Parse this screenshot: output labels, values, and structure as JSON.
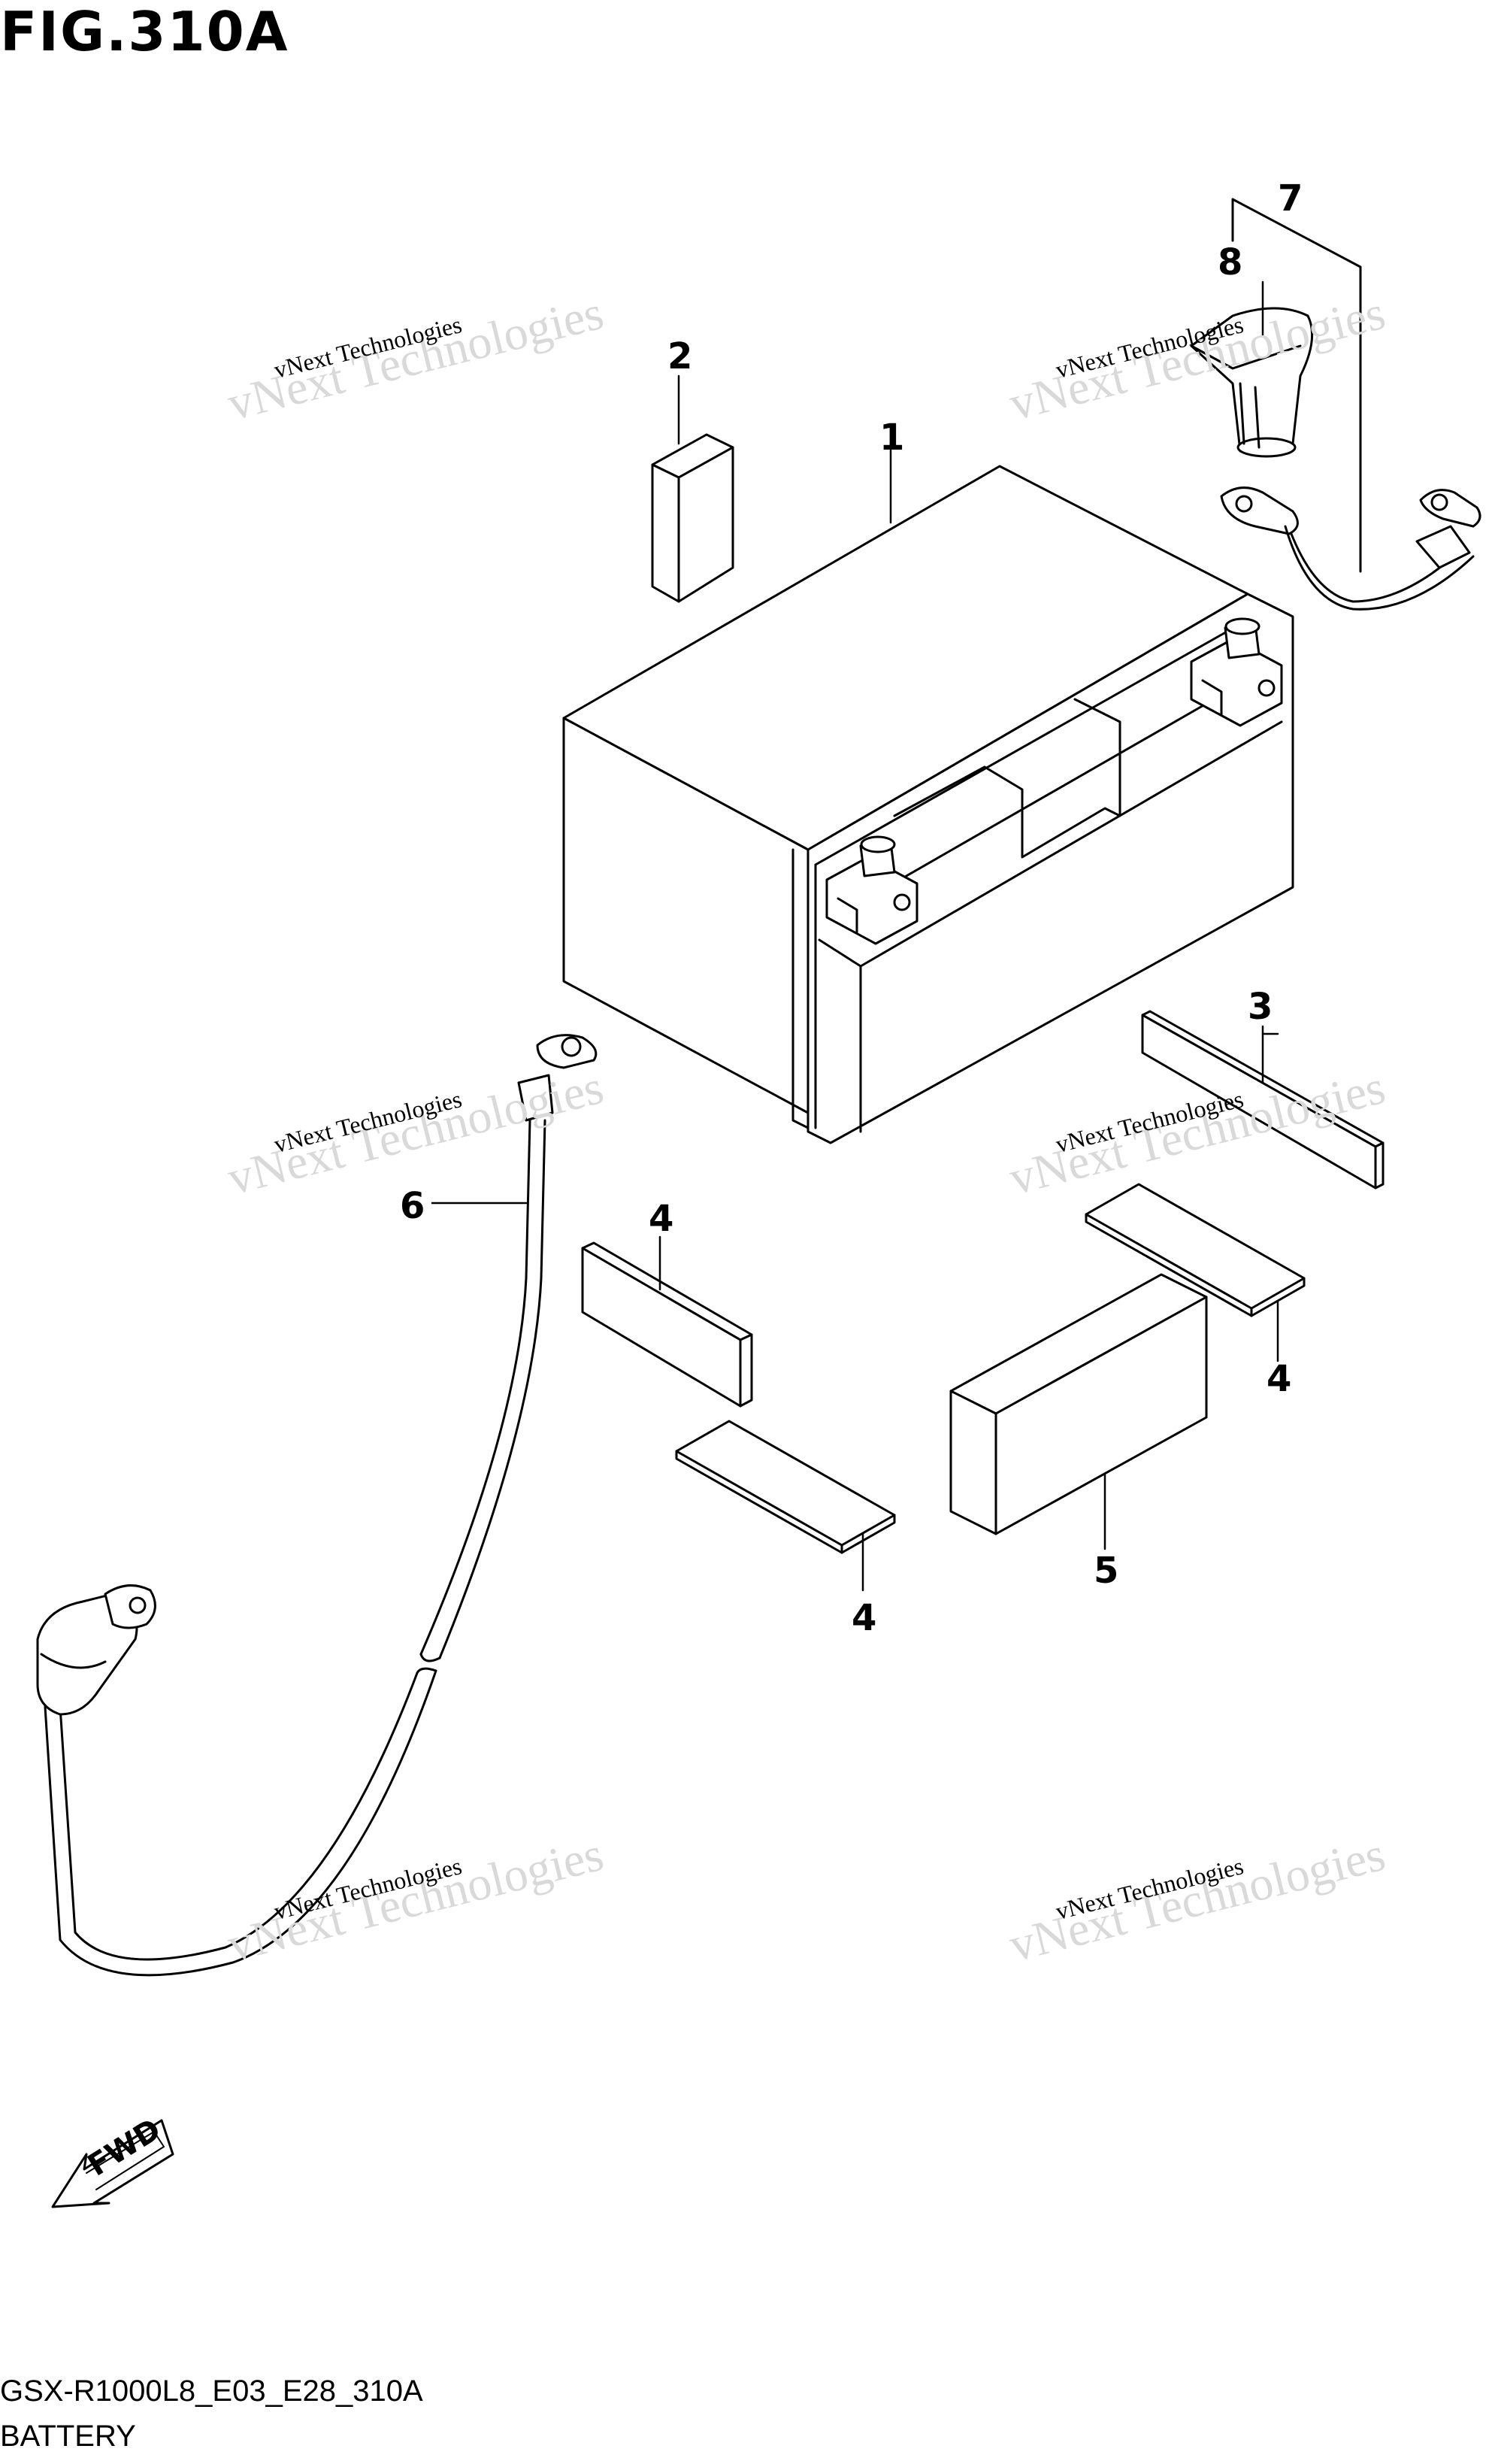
{
  "figure": {
    "title": "FIG.310A",
    "code": "GSX-R1000L8_E03_E28_310A",
    "name": "BATTERY"
  },
  "callouts": [
    "1",
    "2",
    "3",
    "4",
    "4",
    "4",
    "5",
    "6",
    "7",
    "8"
  ],
  "fwd_label": "FWD",
  "watermark": {
    "line1": "vNext Technologies",
    "line2": "vNext Technologies"
  }
}
